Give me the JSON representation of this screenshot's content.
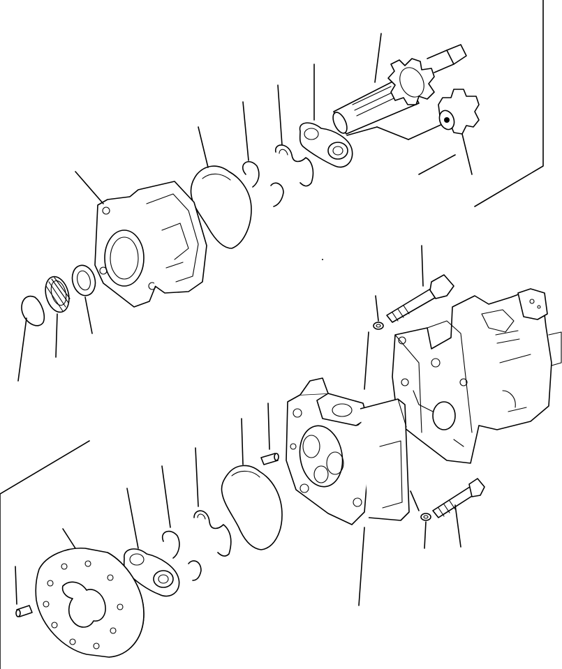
{
  "diagram": {
    "kind": "exploded-parts-view",
    "line_color": "#000000",
    "background": "#ffffff",
    "parts": [
      {
        "id": "drive-shaft-gear",
        "icon": "shaft-gear-icon"
      },
      {
        "id": "driven-gear",
        "icon": "gear-icon"
      },
      {
        "id": "front-thrust-plate",
        "icon": "plate-icon"
      },
      {
        "id": "front-backup-ring",
        "icon": "ring-icon"
      },
      {
        "id": "front-seal-ring",
        "icon": "ring-icon"
      },
      {
        "id": "front-gasket",
        "icon": "gasket-icon"
      },
      {
        "id": "front-cover",
        "icon": "housing-icon"
      },
      {
        "id": "shim",
        "icon": "washer-icon"
      },
      {
        "id": "bearing",
        "icon": "bearing-icon"
      },
      {
        "id": "snap-ring",
        "icon": "ring-icon"
      },
      {
        "id": "upper-bolt",
        "icon": "bolt-icon"
      },
      {
        "id": "upper-washer",
        "icon": "washer-icon"
      },
      {
        "id": "pump-case",
        "icon": "housing-icon"
      },
      {
        "id": "pump-body",
        "icon": "housing-icon"
      },
      {
        "id": "dowel-pin-upper",
        "icon": "pin-icon"
      },
      {
        "id": "rear-gasket",
        "icon": "gasket-icon"
      },
      {
        "id": "rear-backup-ring",
        "icon": "ring-icon"
      },
      {
        "id": "rear-seal-ring",
        "icon": "ring-icon"
      },
      {
        "id": "rear-thrust-plate",
        "icon": "plate-icon"
      },
      {
        "id": "rear-cover",
        "icon": "housing-icon"
      },
      {
        "id": "dowel-pin-lower",
        "icon": "pin-icon"
      },
      {
        "id": "lower-bolt",
        "icon": "bolt-icon"
      },
      {
        "id": "lower-washer",
        "icon": "washer-icon"
      }
    ]
  }
}
